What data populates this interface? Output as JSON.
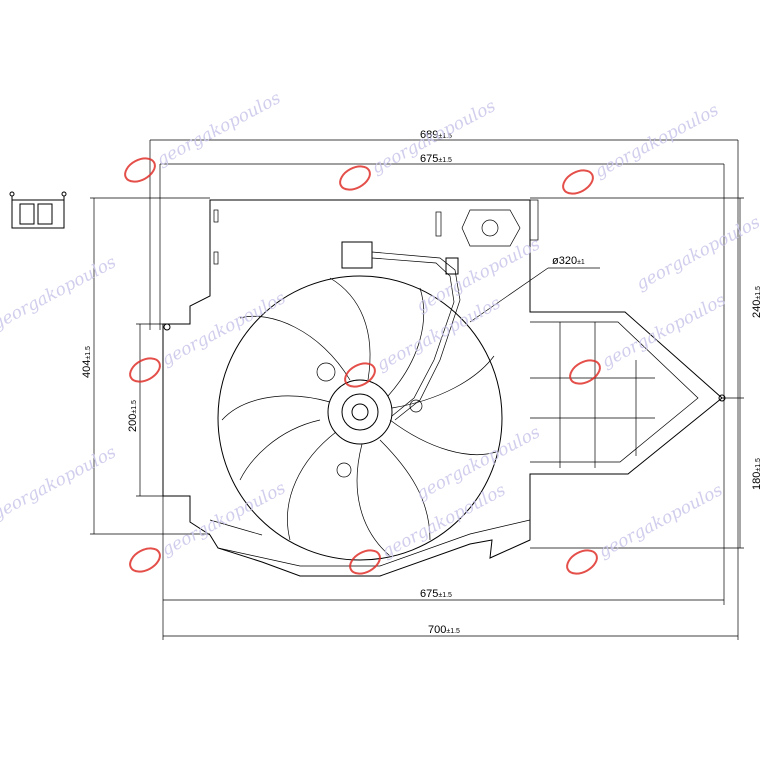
{
  "dimensions": {
    "width_top": {
      "value": "689",
      "tol": "±1.5"
    },
    "width_inner_top": {
      "value": "675",
      "tol": "±1.5"
    },
    "width_inner_bottom": {
      "value": "675",
      "tol": "±1.5"
    },
    "width_total": {
      "value": "700",
      "tol": "±1.5"
    },
    "height_left": {
      "value": "404",
      "tol": "±1.5"
    },
    "height_left_inner": {
      "value": "200",
      "tol": "±1.5"
    },
    "height_right_upper": {
      "value": "240",
      "tol": "±1.5"
    },
    "height_right_lower": {
      "value": "180",
      "tol": "±1.5"
    },
    "fan_diameter": {
      "value": "ø320",
      "tol": "±1"
    }
  },
  "watermark": {
    "text": "georgakopoulos",
    "color": "#c9c6ea",
    "logo_color": "#e0302a"
  }
}
